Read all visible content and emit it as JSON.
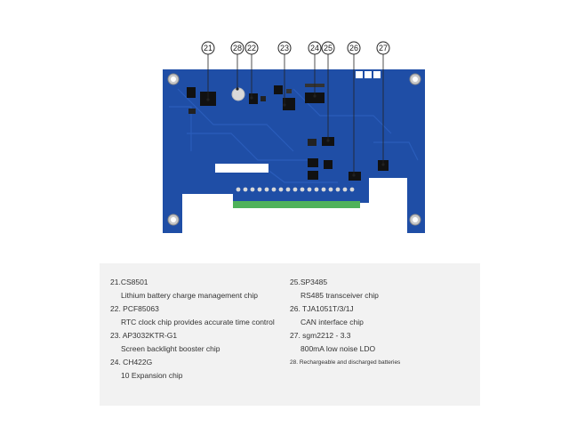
{
  "callouts": [
    "21",
    "28",
    "22",
    "23",
    "24",
    "25",
    "26",
    "27"
  ],
  "label_strip_text": "",
  "colors": {
    "pcb_blue": "#1f4ea6",
    "pcb_trace": "#2a5dbb",
    "terminal_green": "#4fb25a",
    "panel_bg": "#f2f2f2"
  },
  "legend": {
    "left": [
      {
        "title": "21.CS8501",
        "desc": "Lithium battery charge management chip"
      },
      {
        "title": "22. PCF85063",
        "desc": "RTC clock chip provides accurate time control"
      },
      {
        "title": "23. AP3032KTR-G1",
        "desc": "Screen backlight booster chip"
      },
      {
        "title": "24. CH422G",
        "desc": "10 Expansion chip"
      }
    ],
    "right": [
      {
        "title": "25.SP3485",
        "desc": "RS485 transceiver chip"
      },
      {
        "title": "26. TJA1051T/3/1J",
        "desc": "CAN interface chip"
      },
      {
        "title": "27. sgm2212 - 3.3",
        "desc": "800mA low noise LDO"
      },
      {
        "title": "28. Rechargeable and discharged batteries",
        "desc": ""
      }
    ]
  }
}
